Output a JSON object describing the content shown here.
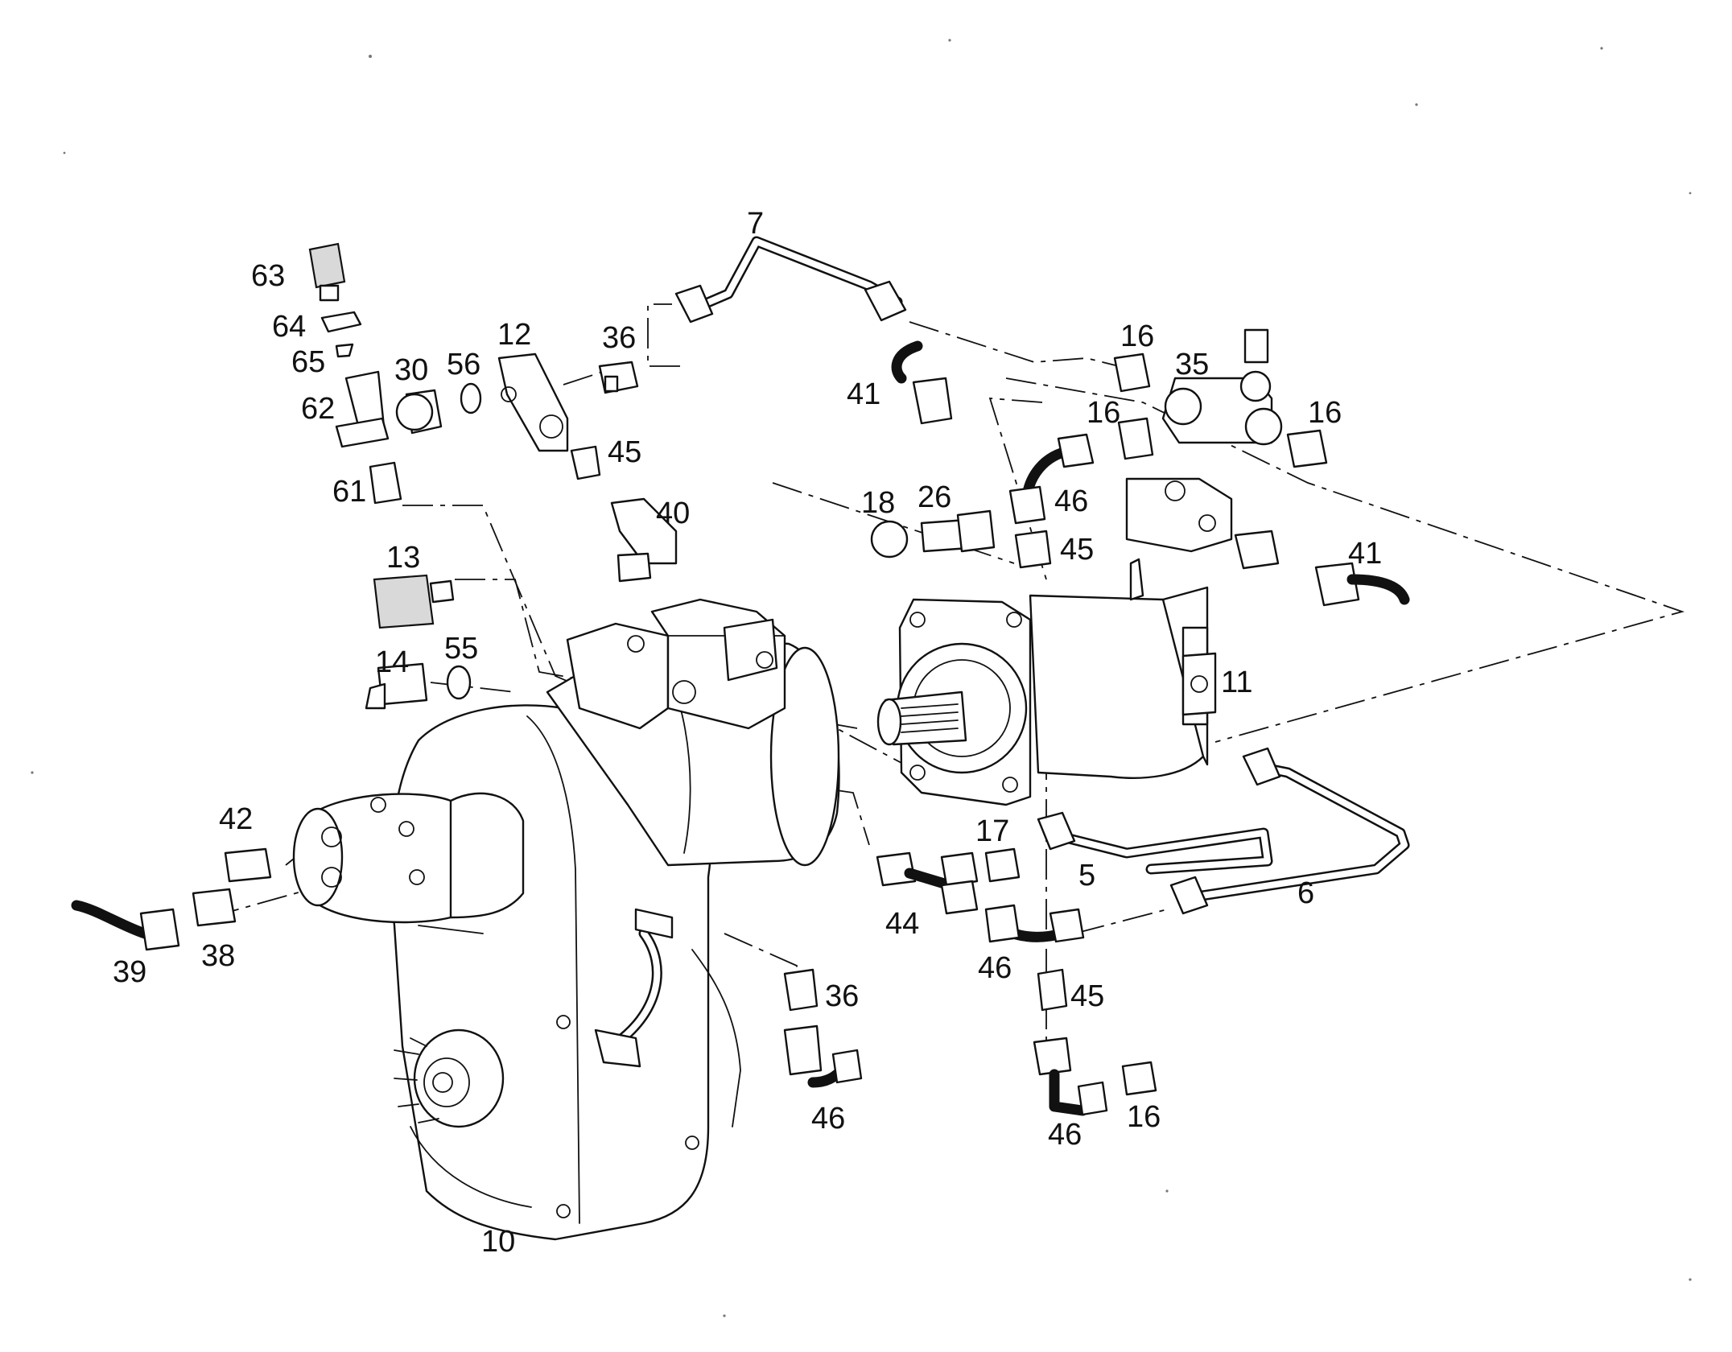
{
  "callouts": [
    {
      "id": "c7",
      "text": "7"
    },
    {
      "id": "c63",
      "text": "63"
    },
    {
      "id": "c64",
      "text": "64"
    },
    {
      "id": "c65",
      "text": "65"
    },
    {
      "id": "c62",
      "text": "62"
    },
    {
      "id": "c61",
      "text": "61"
    },
    {
      "id": "c12",
      "text": "12"
    },
    {
      "id": "c36a",
      "text": "36"
    },
    {
      "id": "c30",
      "text": "30"
    },
    {
      "id": "c56",
      "text": "56"
    },
    {
      "id": "c45a",
      "text": "45"
    },
    {
      "id": "c40",
      "text": "40"
    },
    {
      "id": "c13",
      "text": "13"
    },
    {
      "id": "c14",
      "text": "14"
    },
    {
      "id": "c55",
      "text": "55"
    },
    {
      "id": "c16a",
      "text": "16"
    },
    {
      "id": "c35",
      "text": "35"
    },
    {
      "id": "c16b",
      "text": "16"
    },
    {
      "id": "c16c",
      "text": "16"
    },
    {
      "id": "c41a",
      "text": "41"
    },
    {
      "id": "c46a",
      "text": "46"
    },
    {
      "id": "c18",
      "text": "18"
    },
    {
      "id": "c26",
      "text": "26"
    },
    {
      "id": "c45b",
      "text": "45"
    },
    {
      "id": "c41b",
      "text": "41"
    },
    {
      "id": "c11",
      "text": "11"
    },
    {
      "id": "c42",
      "text": "42"
    },
    {
      "id": "c39",
      "text": "39"
    },
    {
      "id": "c38",
      "text": "38"
    },
    {
      "id": "c17",
      "text": "17"
    },
    {
      "id": "c5",
      "text": "5"
    },
    {
      "id": "c6",
      "text": "6"
    },
    {
      "id": "c44",
      "text": "44"
    },
    {
      "id": "c46b",
      "text": "46"
    },
    {
      "id": "c45c",
      "text": "45"
    },
    {
      "id": "c36b",
      "text": "36"
    },
    {
      "id": "c46c",
      "text": "46"
    },
    {
      "id": "c46d",
      "text": "46"
    },
    {
      "id": "c16d",
      "text": "16"
    },
    {
      "id": "c10",
      "text": "10"
    }
  ]
}
